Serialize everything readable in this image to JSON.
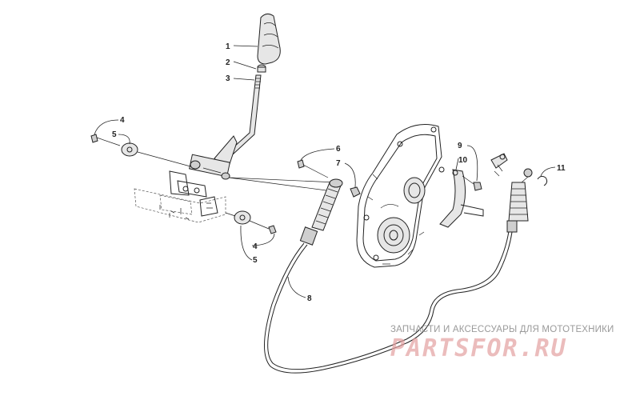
{
  "callouts": {
    "c1": "1",
    "c2": "2",
    "c3": "3",
    "c4a": "4",
    "c5a": "5",
    "c4b": "4",
    "c5b": "5",
    "c6": "6",
    "c7": "7",
    "c8": "8",
    "c9": "9",
    "c10": "10",
    "c11": "11"
  },
  "watermark": {
    "caption": "ЗАПЧАСТИ И АКСЕССУАРЫ ДЛЯ МОТОТЕХНИКИ",
    "logo": "PARTSFOR.RU"
  }
}
